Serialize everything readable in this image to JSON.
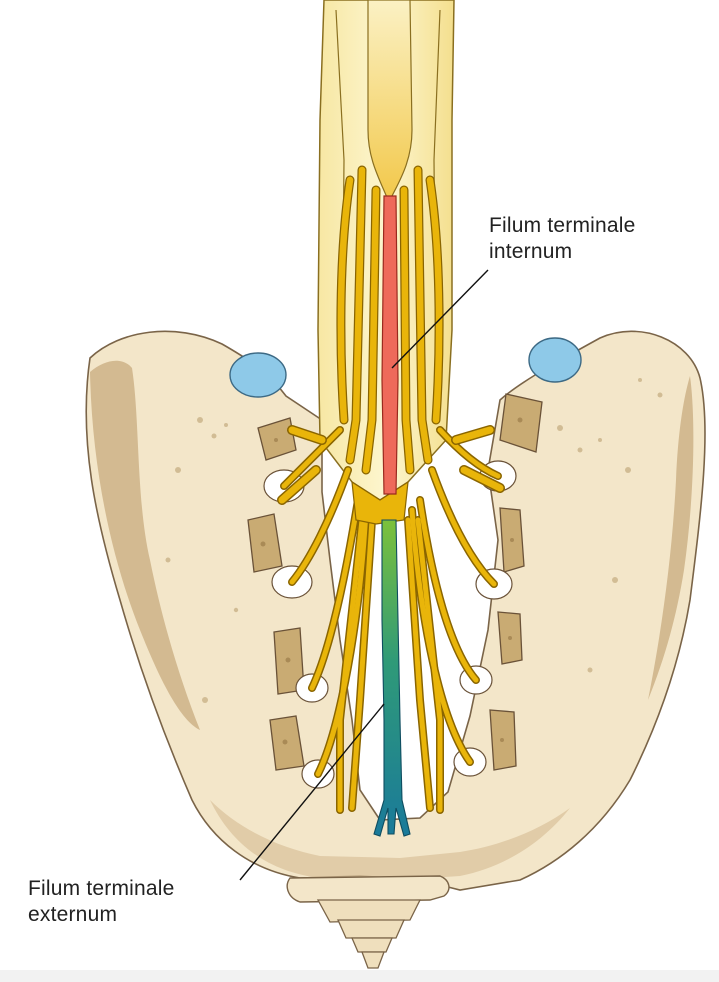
{
  "labels": {
    "filum_internum": [
      "Filum terminale",
      "internum"
    ],
    "filum_externum": [
      "Filum terminale",
      "externum"
    ]
  },
  "colors": {
    "bone": "#f3e6c9",
    "bone_shadow": "#cdb287",
    "bone_outline": "#7a6448",
    "dura": "#fbf0b8",
    "nerve": "#e9b50a",
    "nerve_outline": "#8a6500",
    "filum_internum": "#ee6a5a",
    "filum_externum_top": "#6fbf3a",
    "filum_externum_bottom": "#1a7a9a",
    "artery": "#8ec9e8",
    "leader_line": "#111111"
  }
}
